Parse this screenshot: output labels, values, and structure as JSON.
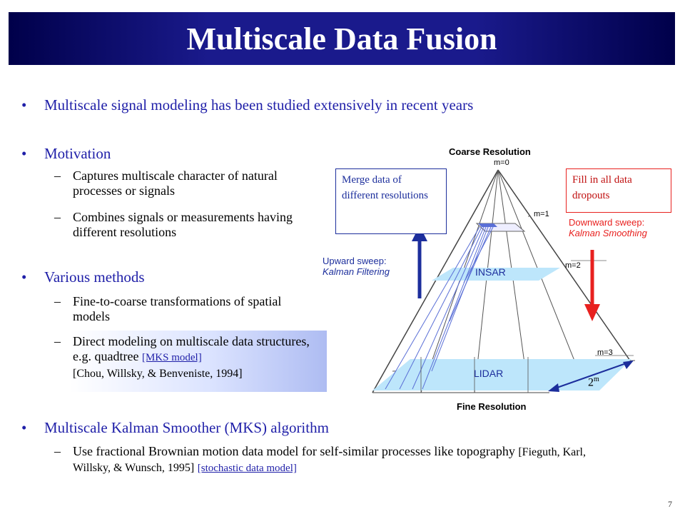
{
  "title": "Multiscale Data Fusion",
  "bullets": {
    "b1": "Multiscale signal modeling has been studied extensively in recent years",
    "b2": "Motivation",
    "b2_subs": [
      "Captures multiscale character of natural processes or signals",
      "Combines signals or measurements having different resolutions"
    ],
    "b3": "Various methods",
    "b3_sub1": "Fine-to-coarse transformations of spatial models",
    "b3_sub2_text": "Direct modeling on multiscale data structures, e.g. quadtree",
    "b3_sub2_link": "[MKS model]",
    "b3_sub2_cite": "[Chou, Willsky, & Benveniste, 1994]",
    "b4": "Multiscale Kalman Smoother (MKS) algorithm",
    "b4_sub_text": "Use fractional Brownian motion data model for self-similar processes like topography",
    "b4_sub_cite": "[Fieguth, Karl, Willsky, & Wunsch, 1995]",
    "b4_sub_link": "[stochastic data model]"
  },
  "diagram": {
    "coarse_label": "Coarse Resolution",
    "fine_label": "Fine Resolution",
    "levels": [
      "m=0",
      "m=1",
      "m=2",
      "m=3"
    ],
    "merge_box": "Merge data of different resolutions",
    "fill_box": "Fill in all data dropouts",
    "upward_title": "Upward sweep:",
    "upward_sub": "Kalman Filtering",
    "downward_title": "Downward sweep:",
    "downward_sub": "Kalman Smoothing",
    "insar": "INSAR",
    "lidar": "LIDAR",
    "scale": "2",
    "scale_sup": "m"
  },
  "page_number": "7",
  "colors": {
    "title_bg": "#1a1a8c",
    "bullet_text": "#1f1fa8",
    "red": "#e8211f",
    "blue_arrow": "#1c2e9c",
    "plane": "#bde6fb"
  }
}
